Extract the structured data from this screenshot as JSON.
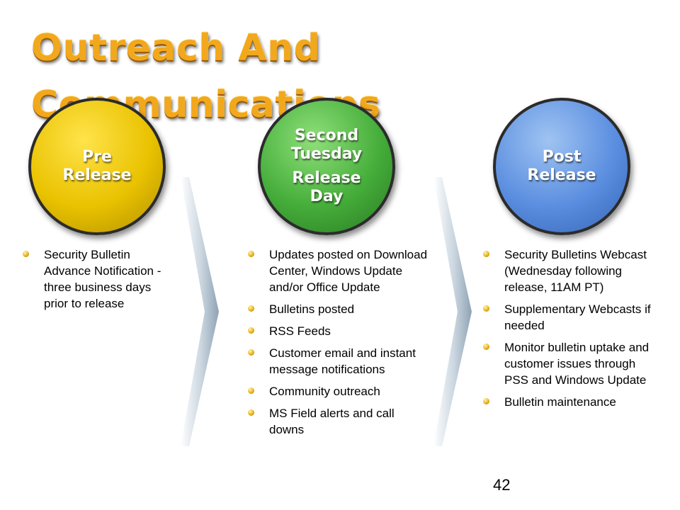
{
  "title": "Outreach And Communications",
  "stages": [
    {
      "id": "pre-release",
      "labels": [
        "Pre\nRelease"
      ],
      "color": "#e9c200",
      "bullets": [
        "Security Bulletin Advance Notification - three business days prior to release"
      ]
    },
    {
      "id": "release-day",
      "labels": [
        "Second\nTuesday",
        "Release\nDay"
      ],
      "color": "#45ad3a",
      "bullets": [
        "Updates posted on Download Center, Windows Update and/or Office Update",
        "Bulletins posted",
        "RSS Feeds",
        "Customer email and instant message notifications",
        "Community outreach",
        "MS Field alerts and call downs"
      ]
    },
    {
      "id": "post-release",
      "labels": [
        "Post\nRelease"
      ],
      "color": "#5b8ee0",
      "bullets": [
        "Security Bulletins Webcast (Wednesday following release, 11AM PT)",
        "Supplementary Webcasts if needed",
        "Monitor bulletin uptake and customer issues through PSS and Windows Update",
        "Bulletin maintenance"
      ]
    }
  ],
  "page_number": "42"
}
